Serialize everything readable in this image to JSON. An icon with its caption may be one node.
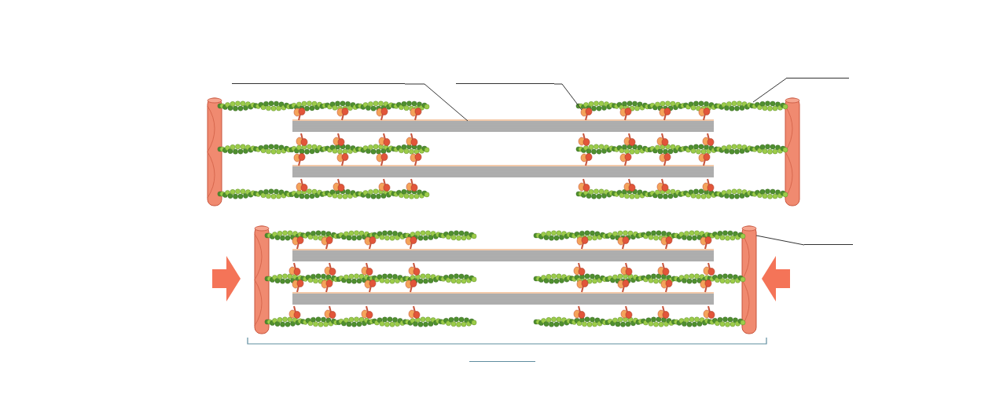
{
  "diagram": {
    "nodes": [
      {
        "text": [],
        "shape": "line"
      },
      {
        "text": [],
        "shape": "picture"
      },
      {
        "text": [],
        "shape": "line"
      },
      {
        "text": [],
        "shape": "picture"
      },
      {
        "text": [],
        "shape": "line"
      },
      {
        "text": [],
        "shape": "picture"
      },
      {
        "text": [],
        "shape": "line"
      },
      {
        "text": [],
        "shape": "picture"
      },
      {
        "text": [],
        "shape": "line"
      },
      {
        "text": [],
        "shape": "picture"
      },
      {
        "text": [],
        "shape": "picture"
      },
      {
        "text": [],
        "shape": "picture"
      }
    ],
    "edges": [
      {
        "from": 0,
        "to": 1,
        "arrow": "none"
      },
      {
        "from": 2,
        "to": 3,
        "arrow": "none"
      },
      {
        "from": 4,
        "to": 5,
        "arrow": "none"
      },
      {
        "from": 6,
        "to": 7,
        "arrow": "none"
      }
    ]
  }
}
